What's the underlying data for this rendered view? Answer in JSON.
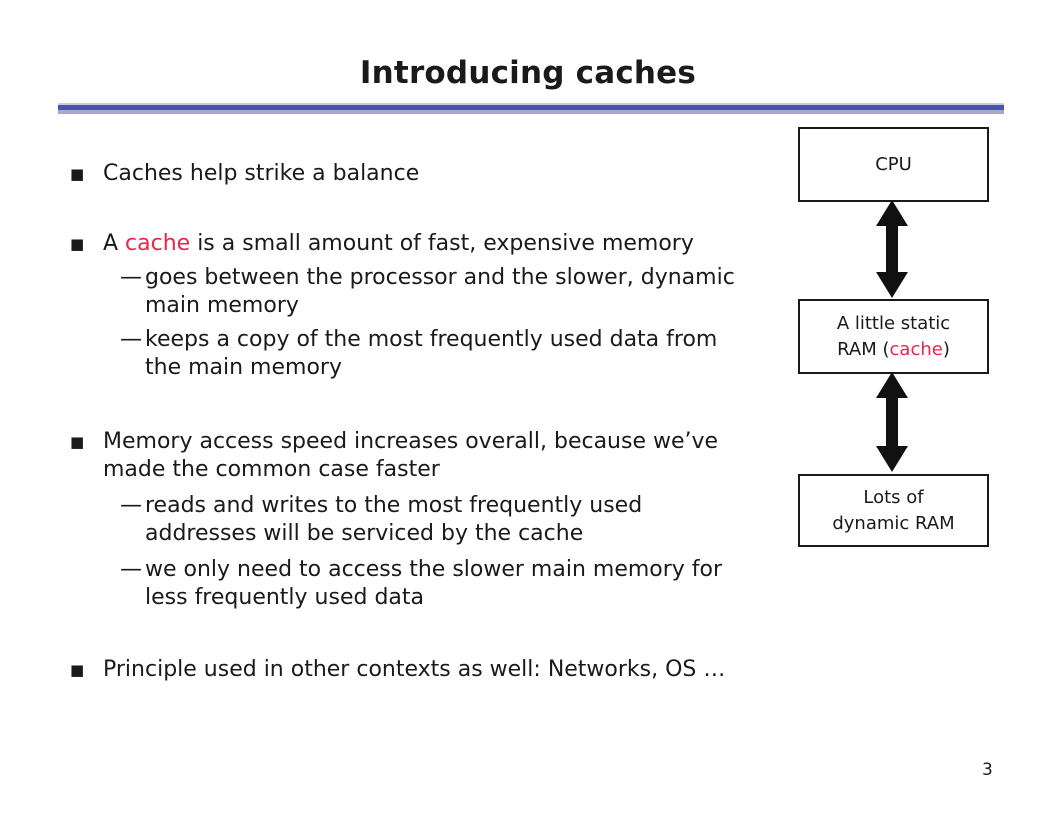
{
  "slide": {
    "title": "Introducing caches",
    "page_number": "3",
    "accent_color": "#e8274b"
  },
  "bullets": [
    {
      "text": "Caches help strike a balance"
    },
    {
      "text_before": "A ",
      "highlight": "cache",
      "text_after": " is a small amount of fast, expensive memory",
      "sub": [
        "goes between the processor and the slower, dynamic main memory",
        "keeps a copy of the most frequently used data from the main memory"
      ]
    },
    {
      "text": "Memory access speed increases overall, because we’ve made the common case faster",
      "sub": [
        "reads and writes to the most frequently used addresses will be serviced by the cache",
        "we only need to access the slower main memory for less frequently used data"
      ]
    },
    {
      "text": "Principle used in other contexts as well: Networks, OS …"
    }
  ],
  "diagram": {
    "cpu_label": "CPU",
    "cache_label_line1": "A little static",
    "cache_label_prefix": "RAM (",
    "cache_label_highlight": "cache",
    "cache_label_suffix": ")",
    "dram_label_line1": "Lots of",
    "dram_label_line2": "dynamic RAM"
  }
}
